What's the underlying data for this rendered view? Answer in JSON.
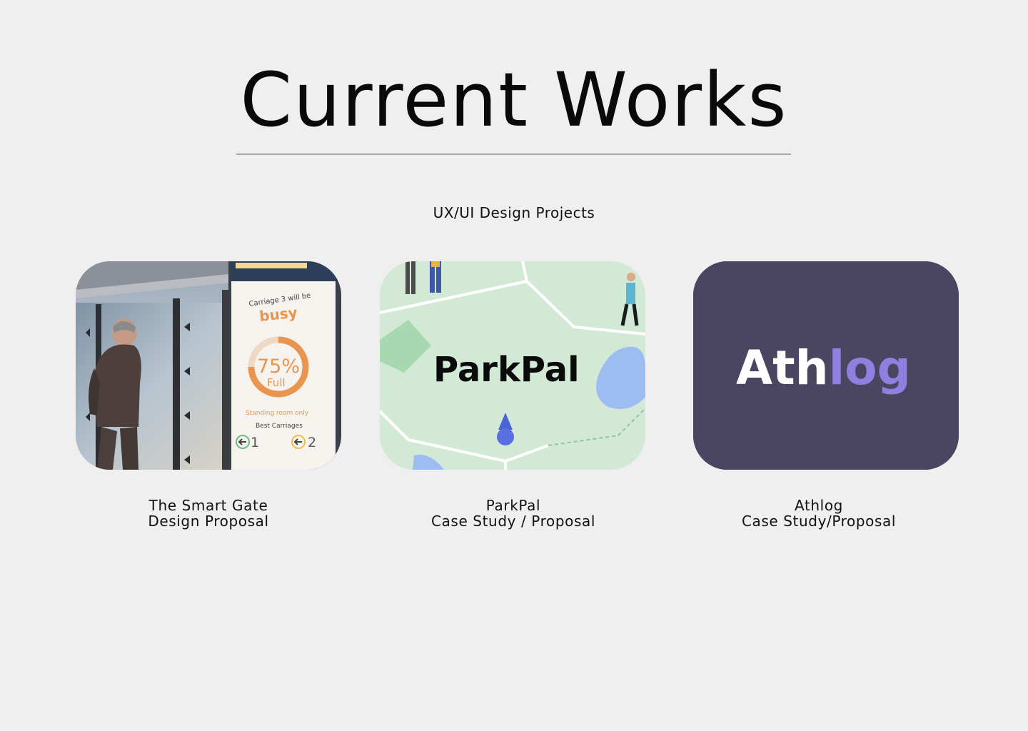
{
  "header": {
    "title": "Current Works",
    "section_label": "UX/UI Design Projects"
  },
  "projects": [
    {
      "image": {
        "icon": "smart-gate-photo",
        "sign_line1": "Carriage 3 will be",
        "sign_status": "busy",
        "sign_percent": "75%",
        "sign_full": "Full",
        "sign_standing": "Standing room only",
        "sign_best": "Best Carriages",
        "sign_num1": "1",
        "sign_num2": "2"
      },
      "caption_line1": "The Smart Gate",
      "caption_line2": "Design Proposal"
    },
    {
      "image": {
        "icon": "parkpal-map",
        "logo_text": "ParkPal"
      },
      "caption_line1": "ParkPal",
      "caption_line2": "Case Study / Proposal"
    },
    {
      "image": {
        "icon": "athlog-logo",
        "logo_text_a": "Ath",
        "logo_text_b": "log"
      },
      "caption_line1": "Athlog",
      "caption_line2": "Case Study/Proposal"
    }
  ],
  "colors": {
    "background": "#efefef",
    "athlog_bg": "#4a4560",
    "athlog_accent": "#8f7fe0",
    "parkpal_bg": "#d2e9d6",
    "sign_orange": "#e8964f"
  }
}
